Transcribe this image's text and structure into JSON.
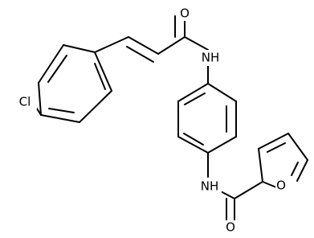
{
  "molecule": {
    "atoms": {
      "cl": "Cl",
      "o_amide1": "O",
      "nh_amide1": "NH",
      "nh_amide2": "NH",
      "o_amide2": "O",
      "o_furan": "O"
    }
  }
}
